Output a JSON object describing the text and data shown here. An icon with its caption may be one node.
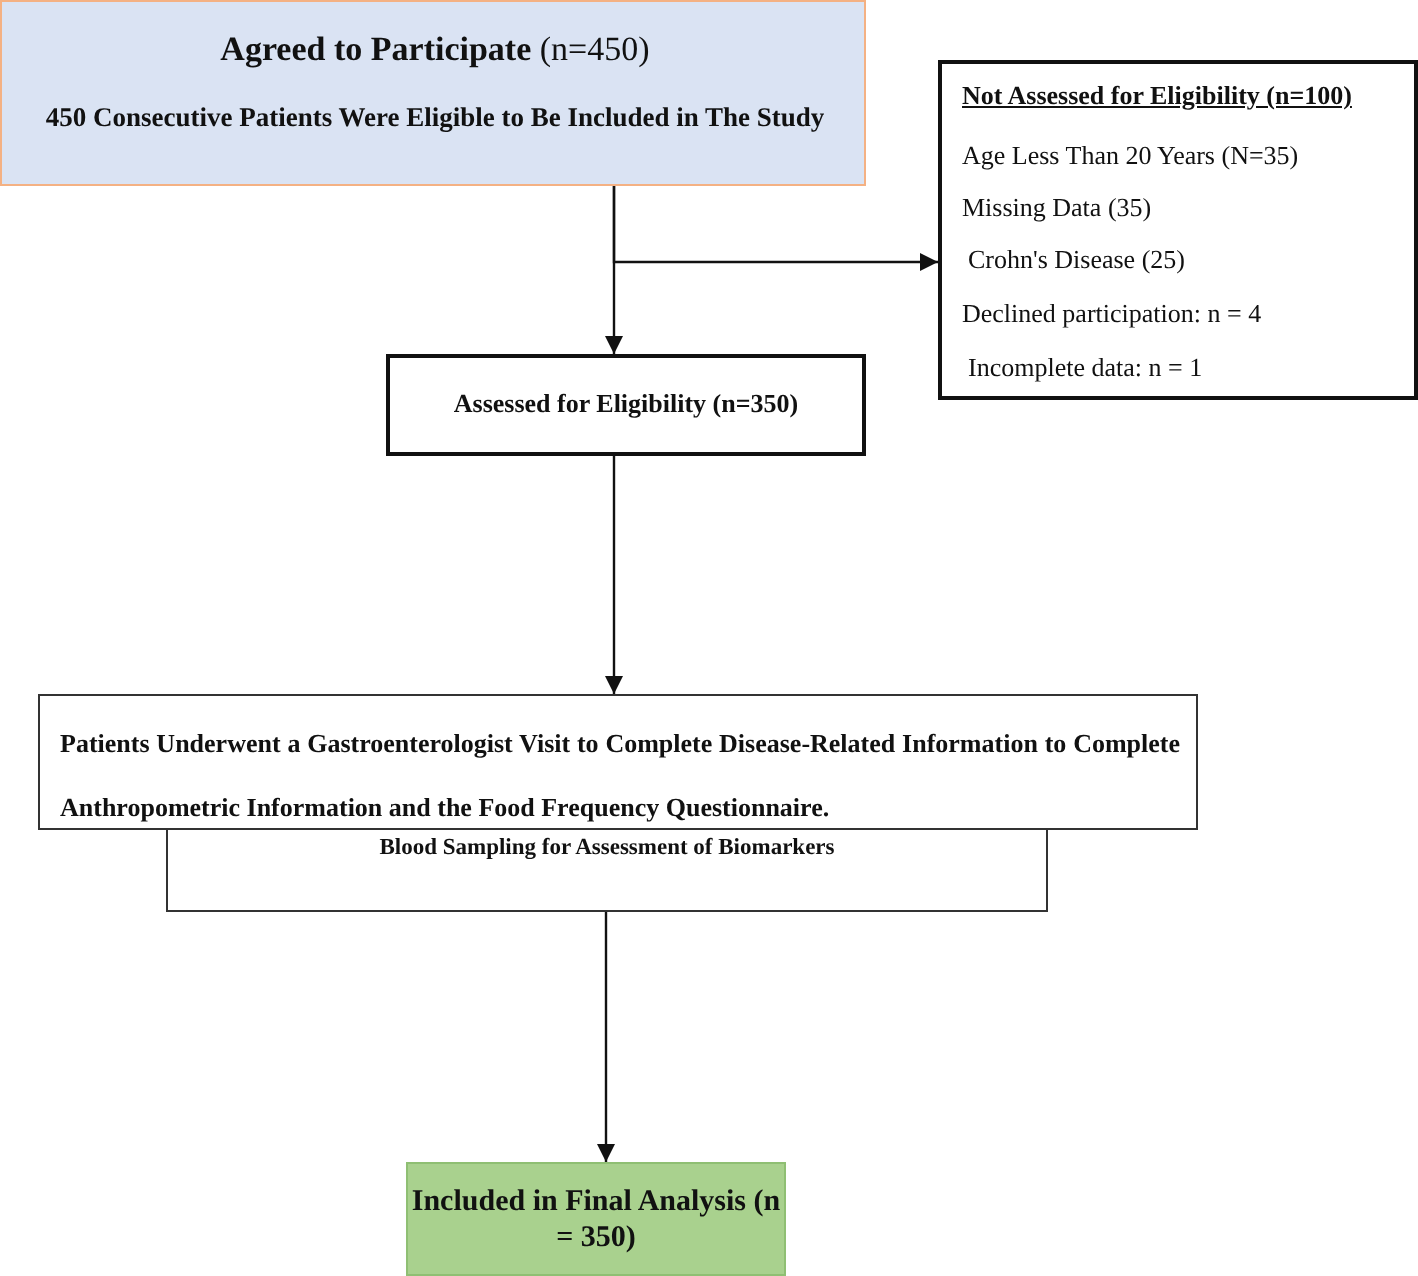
{
  "diagram": {
    "nodes": [
      {
        "text": [
          "**Agreed to Participate** (n=450)",
          "450 Consecutive Patients Were Eligible to Be Included in The Study"
        ]
      },
      {
        "text": [
          "Not Assessed for Eligibility (n=100)",
          "Age Less Than 20 Years (N=35)",
          "Missing Data (35)",
          "Crohn's Disease (25)",
          "Declined participation: n = 4",
          "Incomplete data: n = 1"
        ]
      },
      {
        "text": [
          "Assessed for Eligibility (n=350)"
        ]
      },
      {
        "text": [
          "Patients Underwent a Gastroenterologist Visit to Complete Disease-Related Information to Complete Anthropometric Information and the Food Frequency Questionnaire."
        ]
      },
      {
        "text": [
          "Blood Sampling for Assessment of Biomarkers"
        ]
      },
      {
        "text": [
          "Included in Final Analysis (n = 350)"
        ]
      }
    ],
    "edges": [
      {
        "from": 0,
        "to": 2,
        "arrow": "to"
      },
      {
        "from": 0,
        "to": 1,
        "arrow": "to"
      },
      {
        "from": 2,
        "to": 3,
        "arrow": "to"
      },
      {
        "from": 4,
        "to": 5,
        "arrow": "to"
      }
    ]
  }
}
